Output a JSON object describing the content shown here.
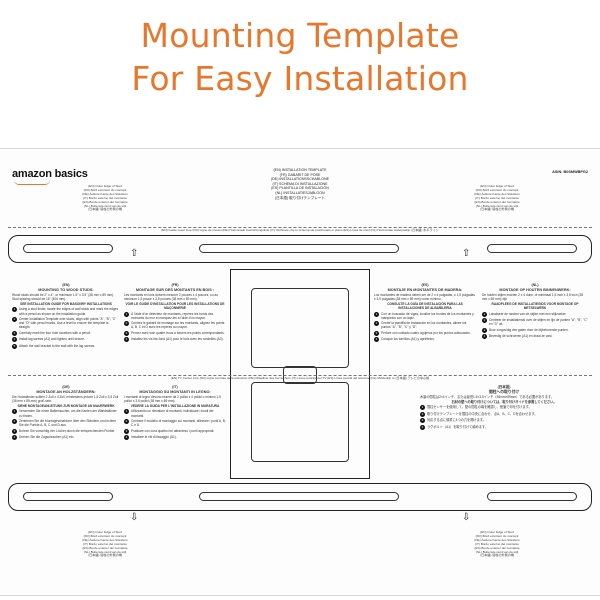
{
  "headline": {
    "line1": "Mounting Template",
    "line2": "For Easy Installation"
  },
  "template": {
    "brand": "amazon basics",
    "asin": "ASIN: B0SMWBPG2",
    "headings": [
      "(EN) INSTALLATION TEMPLATE",
      "(FR) GABARIT DE POSE",
      "(DE) INSTALLATIONSSCHABLONE",
      "(IT) SCHEMA DI INSTALLAZIONE",
      "(ES) PLANTILLA DE INSTALACIÓN",
      "(NL) INSTALLATIESJABLOON",
      "(日本語) 取り付けテンプレート"
    ],
    "edge_labels_top": [
      "(EN) Outer Edge of Stud",
      "(FR) Bord extérieur du montant",
      "(DE) Äußere Kante des Ständers",
      "(IT) Bordo esterno del montante",
      "(ES) Borde exterior del montante",
      "(NL) Buitenste rand van de stijl",
      "(日本語) 間柱の外側の端"
    ],
    "guide_line_top": "(EN) Guide Level Line  (FR) Ligne de niveau  (DE) Horizontale Ausrichtungslinie  (IT) Verificare che lo schema sia posizionato in piano  (ES) Línea de nivel  (NL) Horizontale waterpaslijn  (日本語) 水平ライン",
    "guide_line_center": "(EN) TV Center Line  (FR) Ligne centrale de la télévision  (DE) Mittellinie des Fernsehers  (IT) Linea centrale del TV  (ES) Línea central del televisor  (NL) Middenlijn tv  (日本語) テレビの中心線",
    "columns": [
      {
        "lang": "(EN)",
        "title": "MOUNTING TO WOOD STUDS:",
        "intro": "Wood studs should be 2\" x 4\", or minimum 1.5\" x 3.5\" (38 mm x 89 mm). Stud spacing should be 16\" (406 mm).",
        "sub": "SEE INSTALLATION GUIDE FOR MASONRY INSTALLATIONS",
        "steps": [
          "Using a stud finder, locate the edges of wall studs and mark the edges with a pencil as shown on the installation guide.",
          "Center Installation Template over studs, align with points \"A\", \"B\", \"C\" and \"D\" with pencil marks. Use a level to ensure the template is straight.",
          "Carefully mark the four hole locations with a pencil.",
          "Install lag screws (A1) and tighten until secure.",
          "Attach the wall bracket to the wall with the lag screws."
        ]
      },
      {
        "lang": "(FR)",
        "title": "MONTAGE SUR DES MONTANTS EN BOIS :",
        "intro": "Les montants en bois doivent mesurer 2 pouces x 4 pouces, ou au minimum 1,5 pouce x 3,5 pouces (38 mm x 89 mm).",
        "sub": "VOIR LE GUIDE D'INSTALLATION POUR LES INSTALLATIONS DE MAÇONNERIE",
        "steps": [
          "À l'aide d'un détecteur de montants, repérez les bords des montants du mur et marquez-les à l'aide d'un crayon.",
          "Centrez le gabarit de montage sur les montants, alignez les points A, B, C et D avec les repères au crayon.",
          "Percez avec soin quatre trous à travers les points correspondants.",
          "Installez les vis tire-fond (A1) pour le bois avec les rondelles (A3)."
        ]
      },
      {
        "lang": "(ES)",
        "title": "MONTAJE EN MONTANTES DE MADERA:",
        "intro": "Los montantes de madera deben ser de 2 x 4 pulgadas, o 1,5 pulgadas x 3,5 pulgadas (38 mm x 89 mm) como mínimo.",
        "sub": "CONSULTE LA GUÍA DE INSTALACIÓN PARA LAS INSTALACIONES DE ALBAÑILERÍA",
        "steps": [
          "Con un buscador de vigas, localice los bordes de los montantes y márquelos con un lápiz.",
          "Centre la plantilla de instalación en los montantes, alinee los puntos \"A\", \"B\", \"C\" y \"D\".",
          "Perfore con cuidado cuatro agujeros por los puntos adecuados.",
          "Coloque los tornillos (A1) y apriételos."
        ]
      },
      {
        "lang": "(NL)",
        "title": "MONTAGE OP HOUTEN BINNENWERK:",
        "intro": "De houten stijlen moeten 2 x 4 duim, of minimaal 1,5 inch x 3,5 inch (38 mm x 89 mm) zijn.",
        "sub": "RAADPLEEG DE INSTALLATIEGIDS VOOR MONTAGE OP METSELWERK",
        "steps": [
          "Lokaliseer de randen van de stijlen met een stijlzoeker.",
          "Centreer de installatiemal over de stijlen en lijn de punten \"A\", \"B\", \"C\" en \"D\" uit.",
          "Boor zorgvuldig vier gaten door de bijbehorende punten.",
          "Bevestig de schroeven (A1) en draai ze vast."
        ]
      }
    ],
    "columns_lower": [
      {
        "lang": "(DE)",
        "title": "MONTAGE AN HOLZSTÄNDERN:",
        "intro": "Die Holzständer sollten 2 Zoll x 4 Zoll, mindestens jedoch 1,5 Zoll x 3,5 Zoll (38 mm x 89 mm) groß sein.",
        "sub": "SIEHE MONTAGEANLEITUNG ZUR MONTAGE AN MAUERWERK",
        "steps": [
          "Verwenden Sie einen Balkensucher, um die Kanten der Wandständer zu finden.",
          "Zentrieren Sie die Montageschablone über den Ständern und richten Sie die Punkte A, B, C und D aus.",
          "Bohren Sie vorsichtig vier Löcher durch die entsprechenden Punkte.",
          "Drehen Sie die Zugschrauben (A1) ein."
        ]
      },
      {
        "lang": "(IT)",
        "title": "MONTAGGIO SU MONTANTI IN LEGNO:",
        "intro": "I montanti di legno devono essere da 2 pollici x 4 pollici o minimo 1,5 pollici x 3,5 pollici (38 mm x 89 mm).",
        "sub": "VEDERE LA GUIDA PER L'INSTALLAZIONE IN MURATURA",
        "steps": [
          "Utilizzando un rilevatore di montanti, individuare i bordi dei montanti.",
          "Centrare il modello di montaggio sui montanti, allineare i punti A, B, C e D.",
          "Praticare con cura quattro fori attraverso i punti appropriati.",
          "Installare le viti di fissaggio (A1)."
        ]
      },
      {
        "lang": "(日本語)",
        "title": "間柱への取り付け",
        "intro": "木製の間柱は2×4インチ、または最低1.5×3.5インチ（38mm×89mm）である必要があります。",
        "sub": "石材の壁への取り付けについては、取り付けガイドを参照してください。",
        "steps": [
          "間柱センサーを使用して、壁の間柱の端を確認し、鉛筆で印を付けます。",
          "取り付けテンプレートを間柱の中央に合わせ、点A、B、C、Dを合わせます。",
          "対応する点に慎重に4つの穴を開けます。",
          "ラグボルト（A1）を取り付けて締めます。"
        ]
      }
    ]
  }
}
